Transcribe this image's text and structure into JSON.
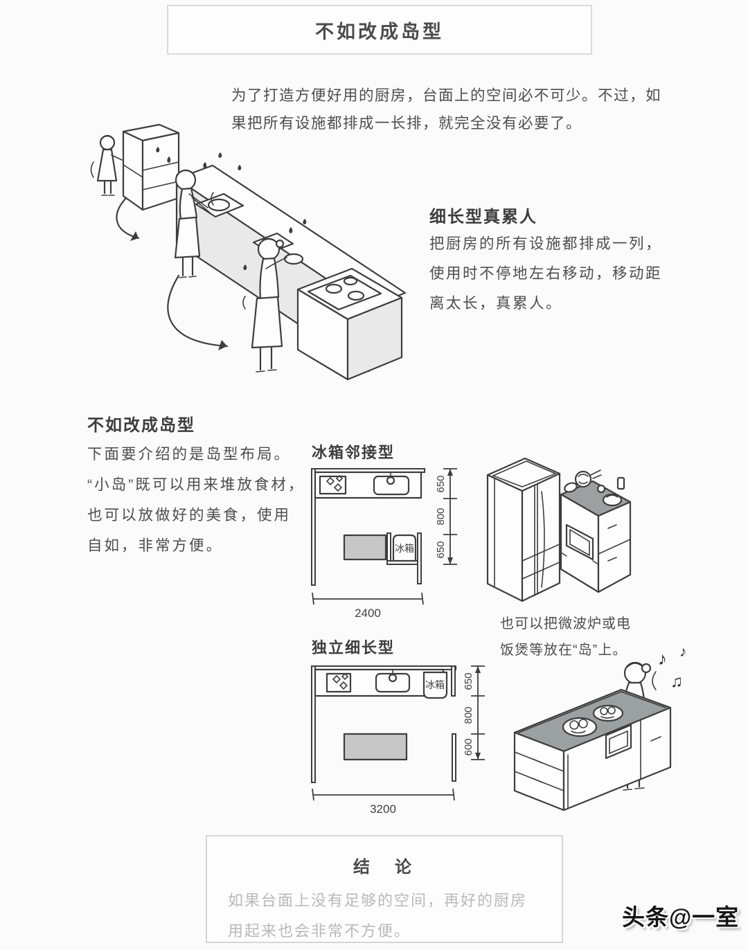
{
  "page": {
    "title_box": "不如改成岛型",
    "intro": "为了打造方便好用的厨房，台面上的空间必不可少。不过，如\n果把所有设施都排成一长排，就完全没有必要了。",
    "watermark": "头条@一室"
  },
  "sections": {
    "tiring": {
      "heading": "细长型真累人",
      "body": "把厨房的所有设施都排成一列，\n使用时不停地左右移动，移动距\n离太长，真累人。"
    },
    "island": {
      "heading": "不如改成岛型",
      "body": "下面要介绍的是岛型布局。\n“小岛”既可以用来堆放食材，\n也可以放做好的美食，使用\n自如，非常方便。"
    }
  },
  "plans": {
    "plan1": {
      "title": "冰箱邻接型",
      "fridge_label": "冰箱",
      "dims": {
        "d1": "650",
        "d2": "800",
        "d3": "650",
        "width": "2400"
      }
    },
    "plan2": {
      "title": "独立细长型",
      "fridge_label": "冰箱",
      "dims": {
        "d1": "650",
        "d2": "800",
        "d3": "600",
        "width": "3200"
      }
    },
    "caption": "也可以把微波炉或电\n饭煲等放在“岛”上。"
  },
  "conclusion": {
    "heading": "结　论",
    "body": "如果台面上没有足够的空间，再好的厨房\n用起来也会非常不方便。"
  },
  "icons": {
    "eighth_note": "♪",
    "beamed_note": "♫"
  },
  "colors": {
    "ink": "#3d3d3d",
    "island_fill": "#c7c7c7",
    "countertop_fill": "#9ba1a1",
    "box_border": "#d9d9d9",
    "muted_text": "#b9b9b9"
  }
}
